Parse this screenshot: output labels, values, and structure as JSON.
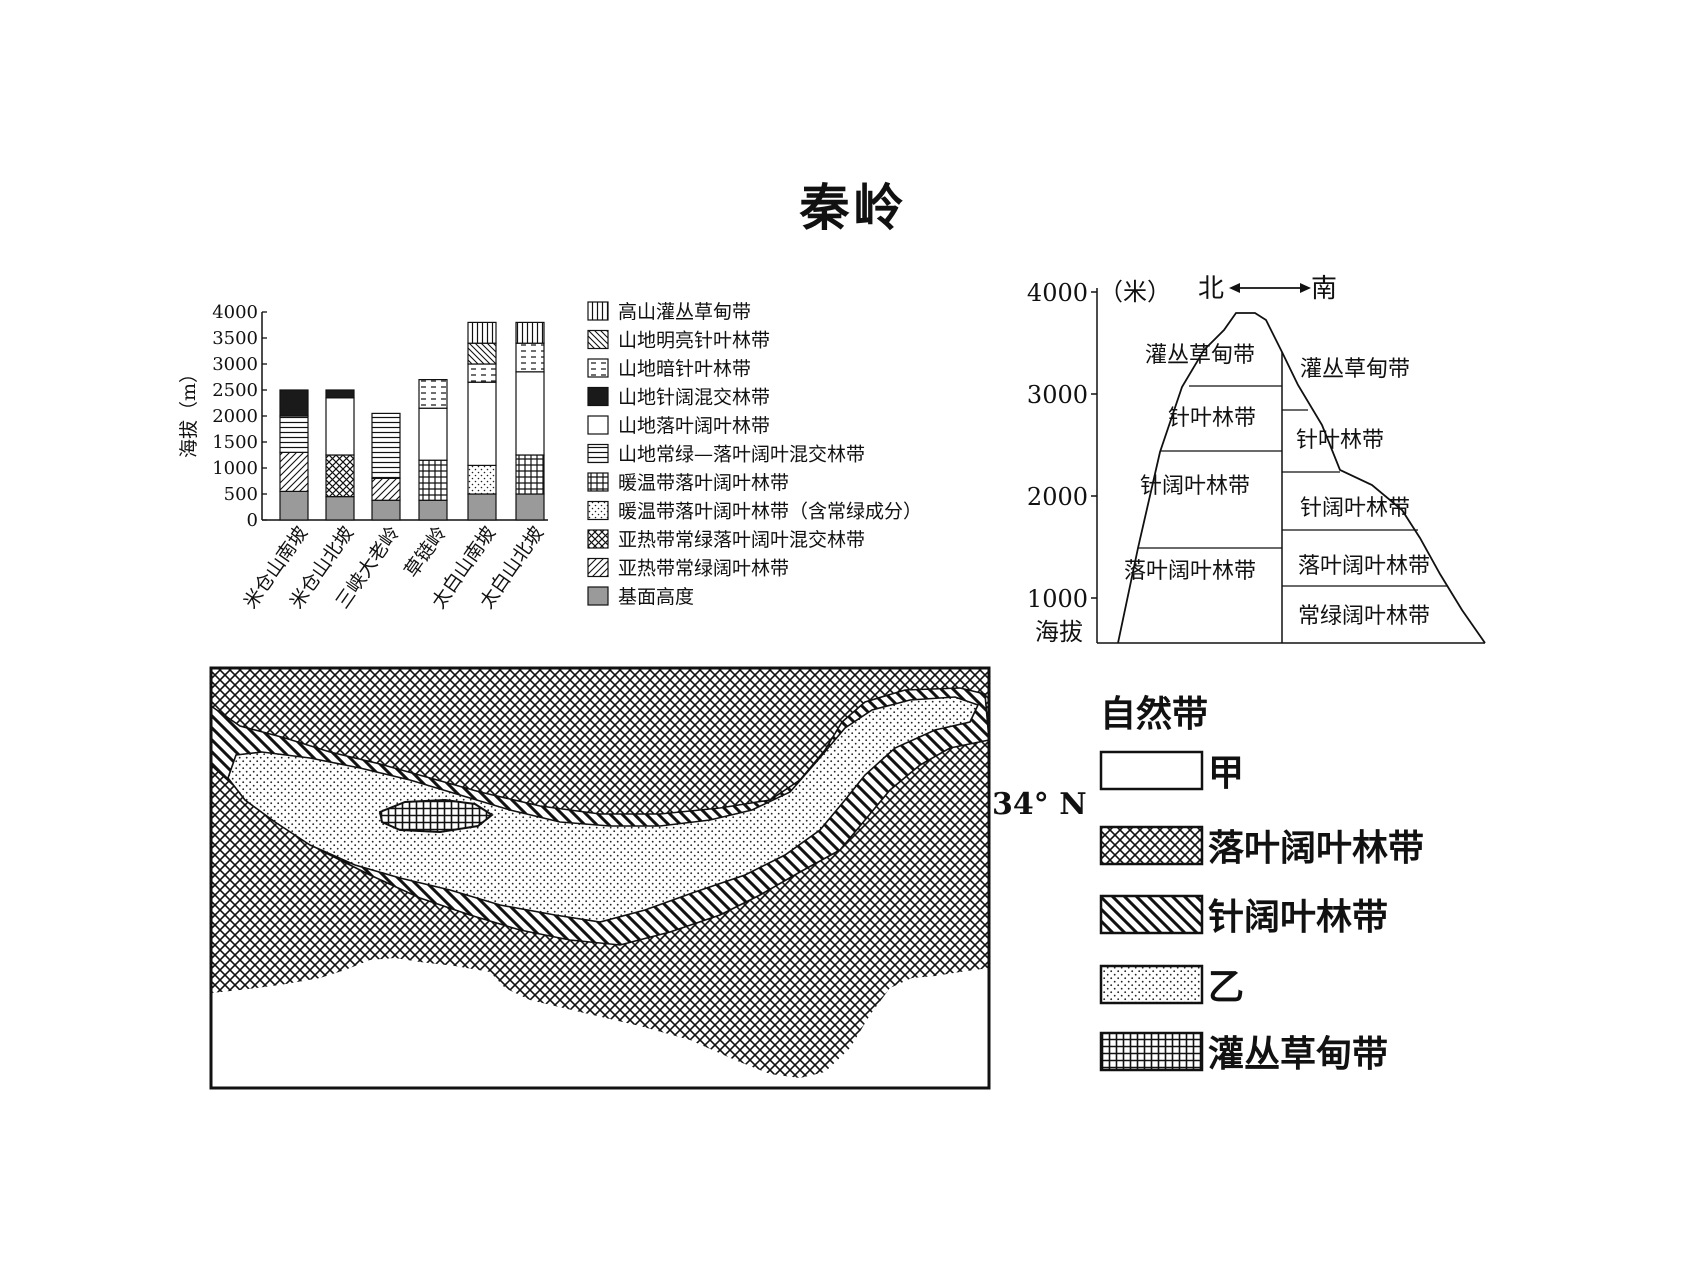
{
  "title": "秦岭",
  "bar_chart": {
    "ylabel": "海拔（m）",
    "ticks": [
      "4000",
      "3500",
      "3000",
      "2500",
      "2000",
      "1500",
      "1000",
      "500",
      "0"
    ],
    "categories": [
      "米仓山南坡",
      "米仓山北坡",
      "三峡大老岭",
      "草链岭",
      "太白山南坡",
      "太白山北坡"
    ]
  },
  "chart_data": {
    "type": "bar",
    "stacked": true,
    "ylabel": "海拔（m）",
    "ylim": [
      0,
      4000
    ],
    "categories": [
      "米仓山南坡",
      "米仓山北坡",
      "三峡大老岭",
      "草链岭",
      "太白山南坡",
      "太白山北坡"
    ],
    "columns": [
      [
        {
          "zone": "基面高度",
          "from": 0,
          "to": 550
        },
        {
          "zone": "亚热带常绿阔叶林带",
          "from": 550,
          "to": 1300
        },
        {
          "zone": "山地常绿—落叶阔叶混交林带",
          "from": 1300,
          "to": 2000
        },
        {
          "zone": "山地针阔混交林带",
          "from": 2000,
          "to": 2500
        }
      ],
      [
        {
          "zone": "基面高度",
          "from": 0,
          "to": 450
        },
        {
          "zone": "亚热带常绿落叶阔叶混交林带",
          "from": 450,
          "to": 1250
        },
        {
          "zone": "山地落叶阔叶林带",
          "from": 1250,
          "to": 2350
        },
        {
          "zone": "山地针阔混交林带",
          "from": 2350,
          "to": 2500
        }
      ],
      [
        {
          "zone": "基面高度",
          "from": 0,
          "to": 380
        },
        {
          "zone": "亚热带常绿阔叶林带",
          "from": 380,
          "to": 800
        },
        {
          "zone": "山地常绿—落叶阔叶混交林带",
          "from": 800,
          "to": 2050
        }
      ],
      [
        {
          "zone": "基面高度",
          "from": 0,
          "to": 380
        },
        {
          "zone": "暖温带落叶阔叶林带",
          "from": 380,
          "to": 1150
        },
        {
          "zone": "山地落叶阔叶林带",
          "from": 1150,
          "to": 2150
        },
        {
          "zone": "山地暗针叶林带",
          "from": 2150,
          "to": 2700
        }
      ],
      [
        {
          "zone": "基面高度",
          "from": 0,
          "to": 500
        },
        {
          "zone": "暖温带落叶阔叶林带（含常绿成分）",
          "from": 500,
          "to": 1050
        },
        {
          "zone": "山地落叶阔叶林带",
          "from": 1050,
          "to": 2650
        },
        {
          "zone": "山地暗针叶林带",
          "from": 2650,
          "to": 3000
        },
        {
          "zone": "山地明亮针叶林带",
          "from": 3000,
          "to": 3400
        },
        {
          "zone": "高山灌丛草甸带",
          "from": 3400,
          "to": 3800
        }
      ],
      [
        {
          "zone": "基面高度",
          "from": 0,
          "to": 500
        },
        {
          "zone": "暖温带落叶阔叶林带",
          "from": 500,
          "to": 1250
        },
        {
          "zone": "山地落叶阔叶林带",
          "from": 1250,
          "to": 2850
        },
        {
          "zone": "山地暗针叶林带",
          "from": 2850,
          "to": 3400
        },
        {
          "zone": "高山灌丛草甸带",
          "from": 3400,
          "to": 3800
        }
      ]
    ]
  },
  "bar_legend": [
    {
      "key": "alpine",
      "label": "高山灌丛草甸带"
    },
    {
      "key": "bright",
      "label": "山地明亮针叶林带"
    },
    {
      "key": "dark",
      "label": "山地暗针叶林带"
    },
    {
      "key": "mixed",
      "label": "山地针阔混交林带"
    },
    {
      "key": "decid",
      "label": "山地落叶阔叶林带"
    },
    {
      "key": "evdec",
      "label": "山地常绿—落叶阔叶混交林带"
    },
    {
      "key": "warm",
      "label": "暖温带落叶阔叶林带"
    },
    {
      "key": "warmev",
      "label": "暖温带落叶阔叶林带（含常绿成分）"
    },
    {
      "key": "subevdec",
      "label": "亚热带常绿落叶阔叶混交林带"
    },
    {
      "key": "subev",
      "label": "亚热带常绿阔叶林带"
    },
    {
      "key": "base",
      "label": "基面高度"
    }
  ],
  "profile": {
    "unit": "（米）",
    "direction": {
      "north": "北",
      "south": "南"
    },
    "ticks": [
      "4000",
      "3000",
      "2000",
      "1000"
    ],
    "ylabel": "海拔",
    "north_zones": [
      "灌丛草甸带",
      "针叶林带",
      "针阔叶林带",
      "落叶阔叶林带"
    ],
    "south_zones": [
      "灌丛草甸带",
      "针叶林带",
      "针阔叶林带",
      "落叶阔叶林带",
      "常绿阔叶林带"
    ]
  },
  "map": {
    "latitude_label": "34° N",
    "legend_title": "自然带",
    "legend": [
      {
        "key": "jia",
        "label": "甲"
      },
      {
        "key": "deciduous",
        "label": "落叶阔叶林带"
      },
      {
        "key": "conifer_broadleaf",
        "label": "针阔叶林带"
      },
      {
        "key": "yi",
        "label": "乙"
      },
      {
        "key": "shrub",
        "label": "灌丛草甸带"
      }
    ]
  }
}
